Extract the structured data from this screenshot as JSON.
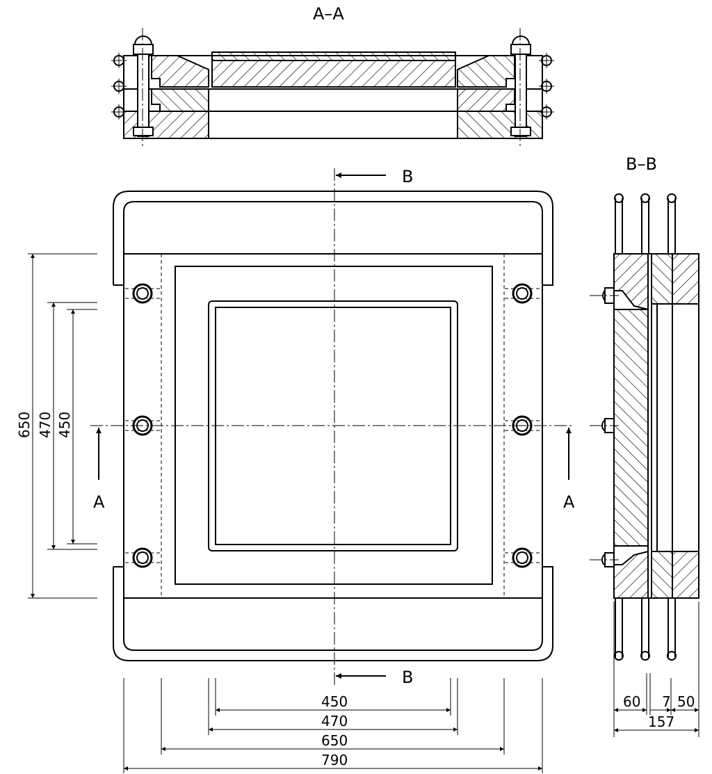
{
  "views": {
    "section_aa_label": "A–A",
    "section_bb_label": "B–B",
    "cut_b_top": "B",
    "cut_b_bottom": "B",
    "cut_a_left": "A",
    "cut_a_right": "A"
  },
  "dimensions": {
    "vertical": {
      "outer": "650",
      "bolt_pitch": "470",
      "window": "450"
    },
    "horizontal": {
      "window": "450",
      "window_frame": "470",
      "bolt_pitch": "650",
      "overall": "790"
    },
    "side": {
      "plate": "60",
      "gap": "7",
      "ring": "50",
      "total": "157"
    }
  }
}
